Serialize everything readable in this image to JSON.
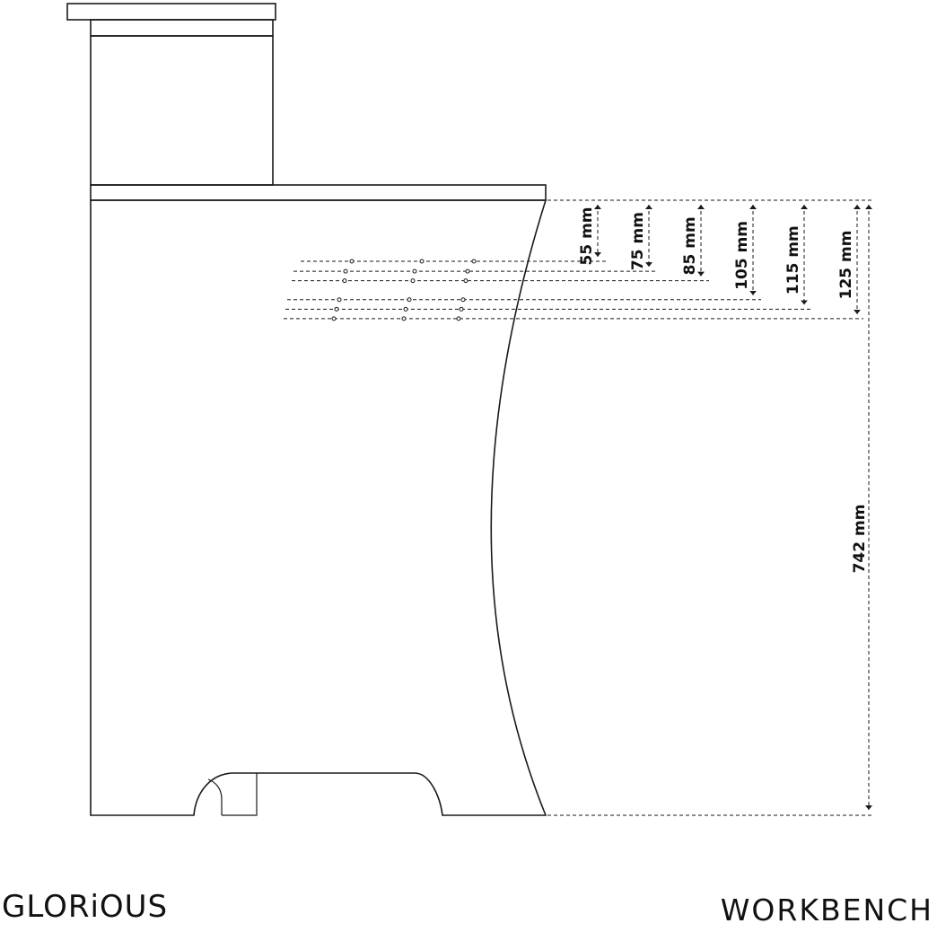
{
  "brand": {
    "logo_text": "GLORiOUS",
    "product_name": "WORKBENCH"
  },
  "dimensions": {
    "height_label": "742 mm",
    "offsets": [
      {
        "value_mm": 55,
        "label": "55 mm"
      },
      {
        "value_mm": 75,
        "label": "75 mm"
      },
      {
        "value_mm": 85,
        "label": "85 mm"
      },
      {
        "value_mm": 105,
        "label": "105 mm"
      },
      {
        "value_mm": 115,
        "label": "115 mm"
      },
      {
        "value_mm": 125,
        "label": "125 mm"
      }
    ]
  },
  "colors": {
    "line": "#1a1a1a",
    "background": "#ffffff"
  }
}
